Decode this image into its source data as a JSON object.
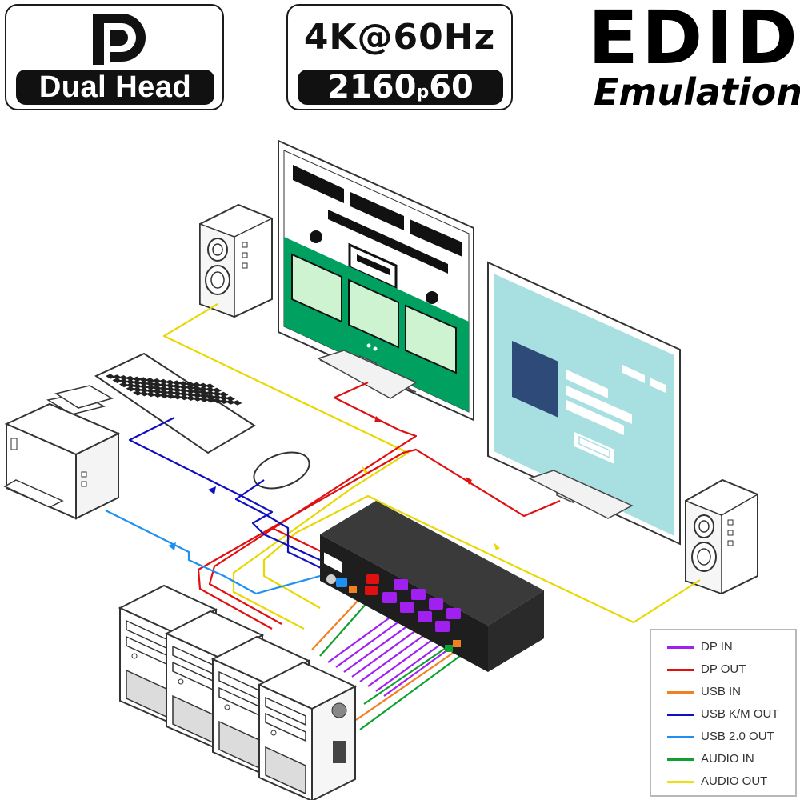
{
  "badges": {
    "dp": {
      "label": "Dual Head"
    },
    "resolution": {
      "line1": "4K@60Hz",
      "line2_main": "2160",
      "line2_sub": "p",
      "line2_end": "60"
    },
    "edid": {
      "title": "EDID",
      "subtitle": "Emulation"
    }
  },
  "legend": {
    "items": [
      {
        "label": "DP IN",
        "color": "#a020f0"
      },
      {
        "label": "DP OUT",
        "color": "#e01010"
      },
      {
        "label": "USB IN",
        "color": "#f08020"
      },
      {
        "label": "USB K/M OUT",
        "color": "#1010c0"
      },
      {
        "label": "USB 2.0 OUT",
        "color": "#2090f0"
      },
      {
        "label": "AUDIO IN",
        "color": "#10a030"
      },
      {
        "label": "AUDIO OUT",
        "color": "#f0e010"
      }
    ]
  },
  "colors": {
    "screen_green": "#00a060",
    "screen_cyan": "#a8dfe0",
    "screen_navy": "#2d4a78",
    "kvm_body": "#222222"
  }
}
